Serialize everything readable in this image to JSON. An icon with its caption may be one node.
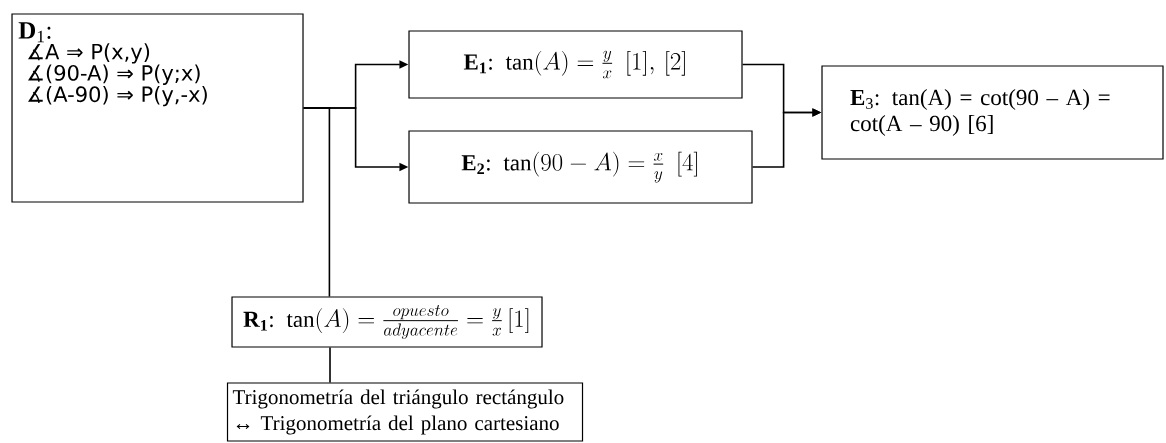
{
  "diagram": {
    "nodes": [
      {
        "text": [
          "**D**$_{1}$:",
          "∡A ⇒ P(x,y)",
          "∡(90-A) ⇒ P(y;x)",
          "∡(A-90) ⇒ P(y,-x)"
        ]
      },
      {
        "text": [
          "\\mathbf{E_1}\\text{: }\\tan(A)=\\frac{y}{x}\\ \\ [1],\\,[2]"
        ]
      },
      {
        "text": [
          "\\mathbf{E_2}\\text{: }\\tan(90-A)=\\frac{x}{y}\\ \\ [4]"
        ]
      },
      {
        "text": [
          "**E**$_{3}$: tan(A) = cot(90 – A) = cot(A – 90) [6]"
        ]
      },
      {
        "text": [
          "\\mathbf{R_1}\\text{: }\\tan(A)=\\frac{opuesto}{adyacente}=\\frac{y}{x}\\,[1]"
        ]
      },
      {
        "text": [
          "Trigonometría del triángulo rectángulo ↔ Trigonometría del plano cartesiano"
        ]
      }
    ],
    "edges": [
      {
        "from": 0,
        "to": 1,
        "arrow": "to"
      },
      {
        "from": 0,
        "to": 2,
        "arrow": "to"
      },
      {
        "from": 1,
        "to": 3,
        "arrow": "to"
      },
      {
        "from": 2,
        "to": 3,
        "arrow": "to"
      },
      {
        "from": 0,
        "to": 4,
        "arrow": "none"
      },
      {
        "from": 4,
        "to": 5,
        "arrow": "none"
      }
    ]
  }
}
